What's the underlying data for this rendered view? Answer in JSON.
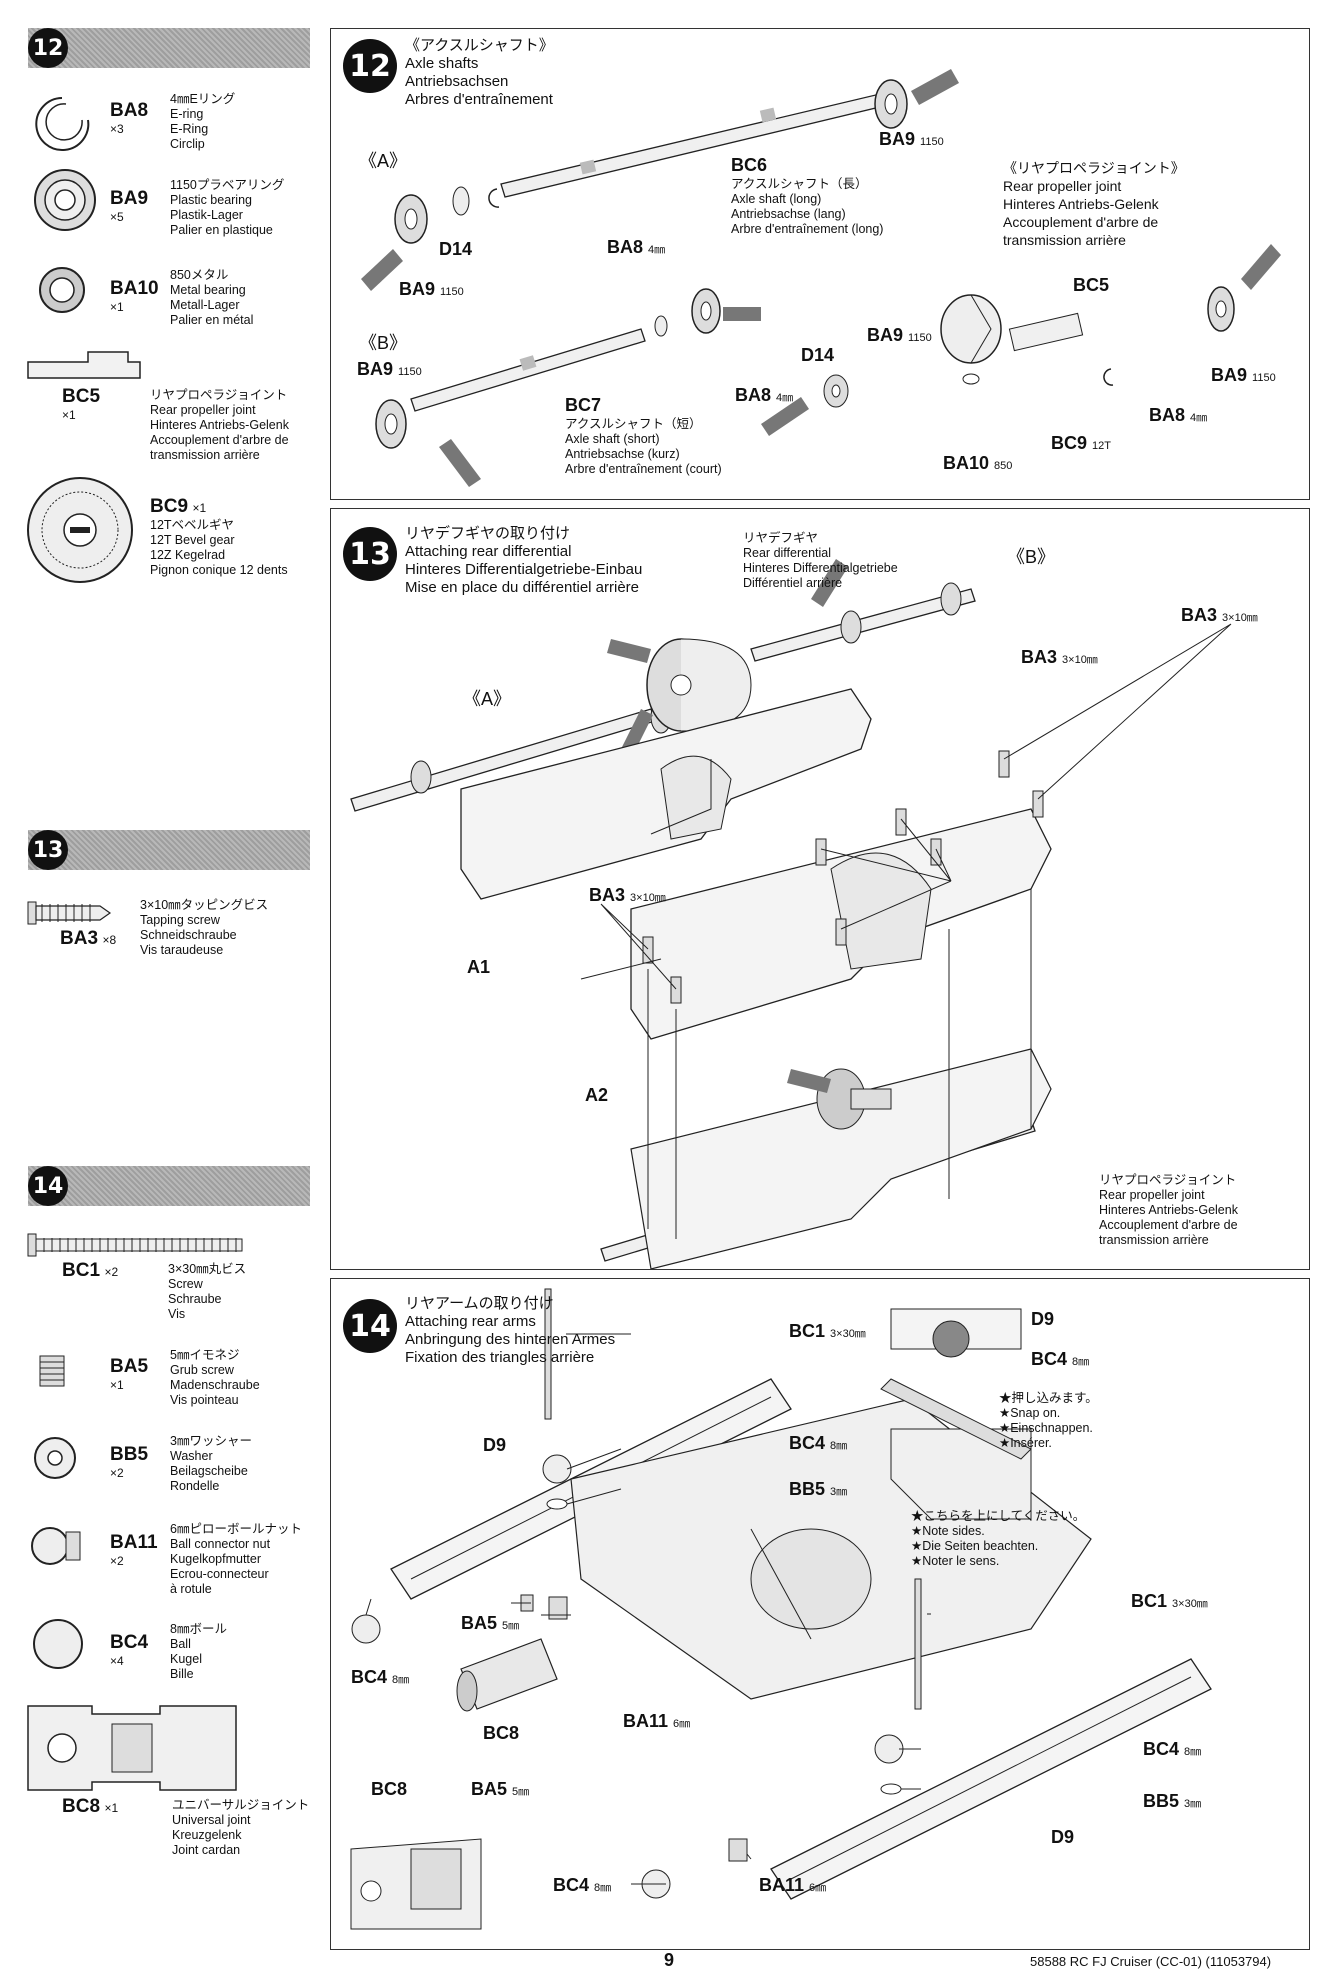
{
  "page_number": "9",
  "footer_text": "58588 RC FJ Cruiser (CC-01) (11053794)",
  "sidebar": {
    "step12": {
      "number": "12",
      "parts": [
        {
          "code": "BA8",
          "qty": "×3",
          "desc": "4㎜Eリング\nE-ring\nE-Ring\nCirclip"
        },
        {
          "code": "BA9",
          "qty": "×5",
          "desc": "1150プラベアリング\nPlastic bearing\nPlastik-Lager\nPalier en plastique"
        },
        {
          "code": "BA10",
          "qty": "×1",
          "desc": "850メタル\nMetal bearing\nMetall-Lager\nPalier en métal"
        },
        {
          "code": "BC5",
          "qty": "×1",
          "desc": "リヤプロペラジョイント\nRear propeller joint\nHinteres Antriebs-Gelenk\nAccouplement d'arbre de\ntransmission arrière"
        },
        {
          "code": "BC9",
          "qty": "×1",
          "desc": "12Tベベルギヤ\n12T Bevel gear\n12Z Kegelrad\nPignon conique 12 dents"
        }
      ]
    },
    "step13": {
      "number": "13",
      "parts": [
        {
          "code": "BA3",
          "qty": "×8",
          "desc": "3×10㎜タッピングビス\nTapping screw\nSchneidschraube\nVis taraudeuse"
        }
      ]
    },
    "step14": {
      "number": "14",
      "parts": [
        {
          "code": "BC1",
          "qty": "×2",
          "desc": "3×30㎜丸ビス\nScrew\nSchraube\nVis"
        },
        {
          "code": "BA5",
          "qty": "×1",
          "desc": "5㎜イモネジ\nGrub screw\nMadenschraube\nVis pointeau"
        },
        {
          "code": "BB5",
          "qty": "×2",
          "desc": "3㎜ワッシャー\nWasher\nBeilagscheibe\nRondelle"
        },
        {
          "code": "BA11",
          "qty": "×2",
          "desc": "6㎜ピローボールナット\nBall connector nut\nKugelkopfmutter\nEcrou-connecteur\nà rotule"
        },
        {
          "code": "BC4",
          "qty": "×4",
          "desc": "8㎜ボール\nBall\nKugel\nBille"
        },
        {
          "code": "BC8",
          "qty": "×1",
          "desc": "ユニバーサルジョイント\nUniversal joint\nKreuzgelenk\nJoint cardan"
        }
      ]
    }
  },
  "step12": {
    "number": "12",
    "title": "《アクスルシャフト》\nAxle shafts\nAntriebsachsen\nArbres d'entraînement",
    "sub_a": "《A》",
    "sub_b": "《B》",
    "rear_joint_title": "《リヤプロペラジョイント》\nRear propeller joint\nHinteres Antriebs-Gelenk\nAccouplement d'arbre de\ntransmission arrière",
    "bc6_code": "BC6",
    "bc6_desc": "アクスルシャフト（長）\nAxle shaft (long)\nAntriebsachse (lang)\nArbre d'entraînement (long)",
    "bc7_code": "BC7",
    "bc7_desc": "アクスルシャフト（短）\nAxle shaft (short)\nAntriebsachse (kurz)\nArbre d'entraînement (court)",
    "ba9": "BA9",
    "ba9_size": "1150",
    "ba8": "BA8",
    "ba8_size": "4㎜",
    "d14": "D14",
    "bc5": "BC5",
    "ba10": "BA10",
    "ba10_size": "850",
    "bc9": "BC9",
    "bc9_size": "12T"
  },
  "step13": {
    "number": "13",
    "title": "リヤデフギヤの取り付け\nAttaching rear differential\nHinteres Differentialgetriebe-Einbau\nMise en place du différentiel arrière",
    "diff_label": "リヤデフギヤ\nRear differential\nHinteres Differentialgetriebe\nDifférentiel arrière",
    "sub_a": "《A》",
    "sub_b": "《B》",
    "ba3": "BA3",
    "ba3_size": "3×10㎜",
    "a1": "A1",
    "a2": "A2",
    "joint_label": "リヤプロペラジョイント\nRear propeller joint\nHinteres Antriebs-Gelenk\nAccouplement d'arbre de\ntransmission arrière"
  },
  "step14": {
    "number": "14",
    "title": "リヤアームの取り付け\nAttaching rear arms\nAnbringung des hinteren Armes\nFixation des triangles arrière",
    "bc1": "BC1",
    "bc1_size": "3×30㎜",
    "bc4": "BC4",
    "bc4_size": "8㎜",
    "bb5": "BB5",
    "bb5_size": "3㎜",
    "ba5": "BA5",
    "ba5_size": "5㎜",
    "ba11": "BA11",
    "ba11_size": "6㎜",
    "bc8": "BC8",
    "d9": "D9",
    "snap_note": "★押し込みます。\n★Snap on.\n★Einschnappen.\n★Insérer.",
    "side_note": "★こちらを上にしてください。\n★Note sides.\n★Die Seiten beachten.\n★Noter le sens."
  }
}
